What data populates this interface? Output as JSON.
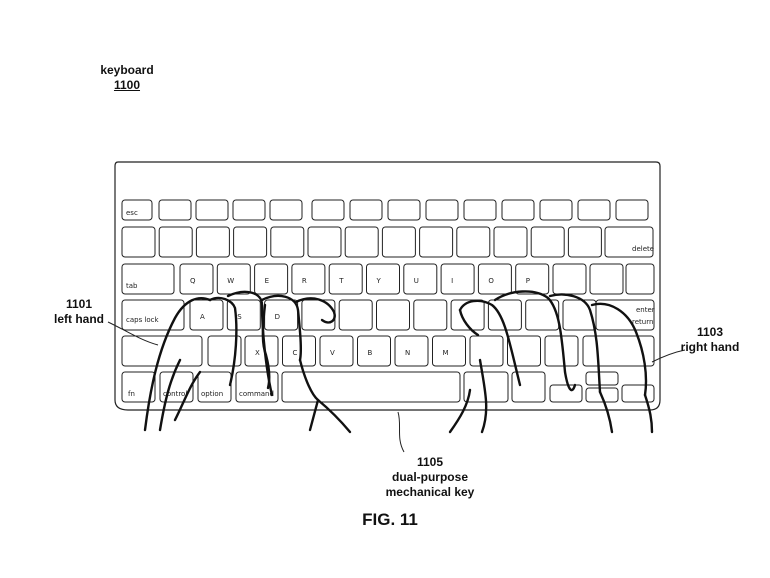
{
  "figure": {
    "keyboard_label": "keyboard",
    "keyboard_ref": "1100",
    "left_hand_ref": "1101",
    "left_hand_label": "left hand",
    "right_hand_ref": "1103",
    "right_hand_label": "right hand",
    "key_ref": "1105",
    "key_label_line1": "dual-purpose",
    "key_label_line2": "mechanical key",
    "caption": "FIG. 11"
  },
  "keyboard": {
    "key_legends": {
      "escape": "esc",
      "delete": "delete",
      "tab": "tab",
      "caps_lock": "caps lock",
      "return_top": "enter",
      "return_bottom": "return",
      "control": "control",
      "option": "option",
      "command": "command",
      "fn": "fn"
    },
    "letter_row_1": [
      "Q",
      "W",
      "E",
      "R",
      "T",
      "Y",
      "U",
      "I",
      "O",
      "P"
    ],
    "letter_row_2": [
      "A",
      "S",
      "D"
    ],
    "letter_row_3": [
      "X",
      "C",
      "V",
      "B",
      "N",
      "M"
    ]
  }
}
